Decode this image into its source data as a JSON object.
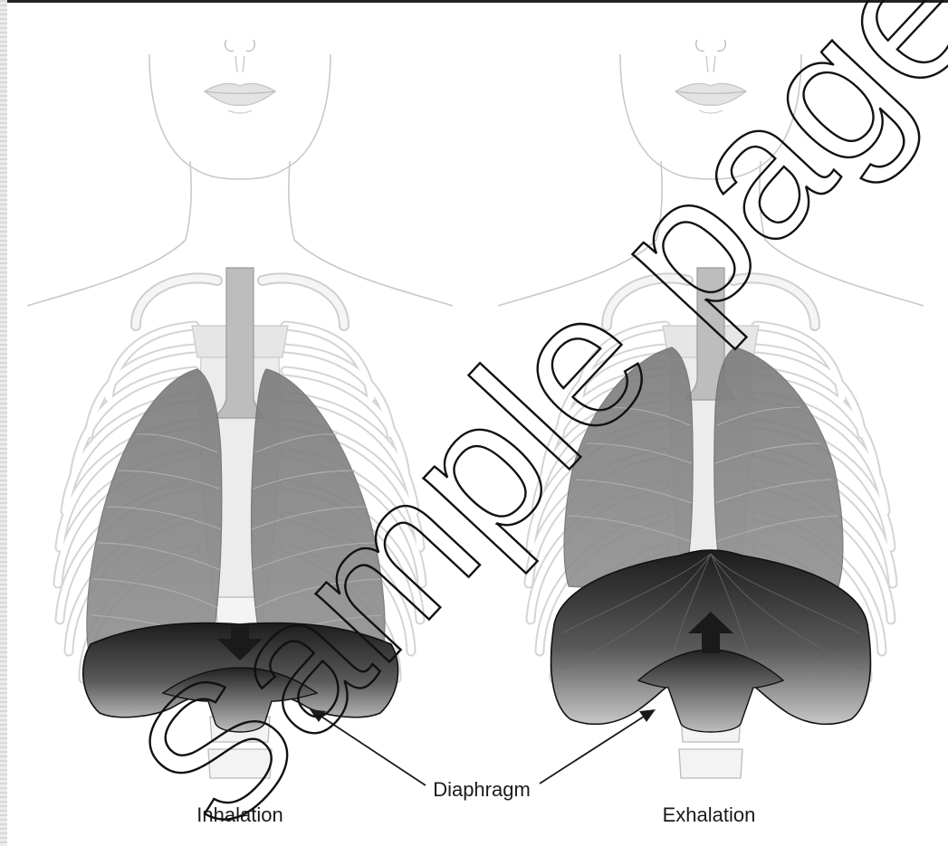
{
  "labels": {
    "inhalation": "Inhalation",
    "exhalation": "Exhalation",
    "diaphragm": "Diaphragm"
  },
  "watermark": "Sample pages",
  "colors": {
    "outline": "#c9c9c9",
    "bone_fill": "#efefef",
    "trachea": "#bdbdbd",
    "lung": "#8c8c8c",
    "diaphragm_dark": "#111111",
    "arrow": "#1a1a1a"
  }
}
